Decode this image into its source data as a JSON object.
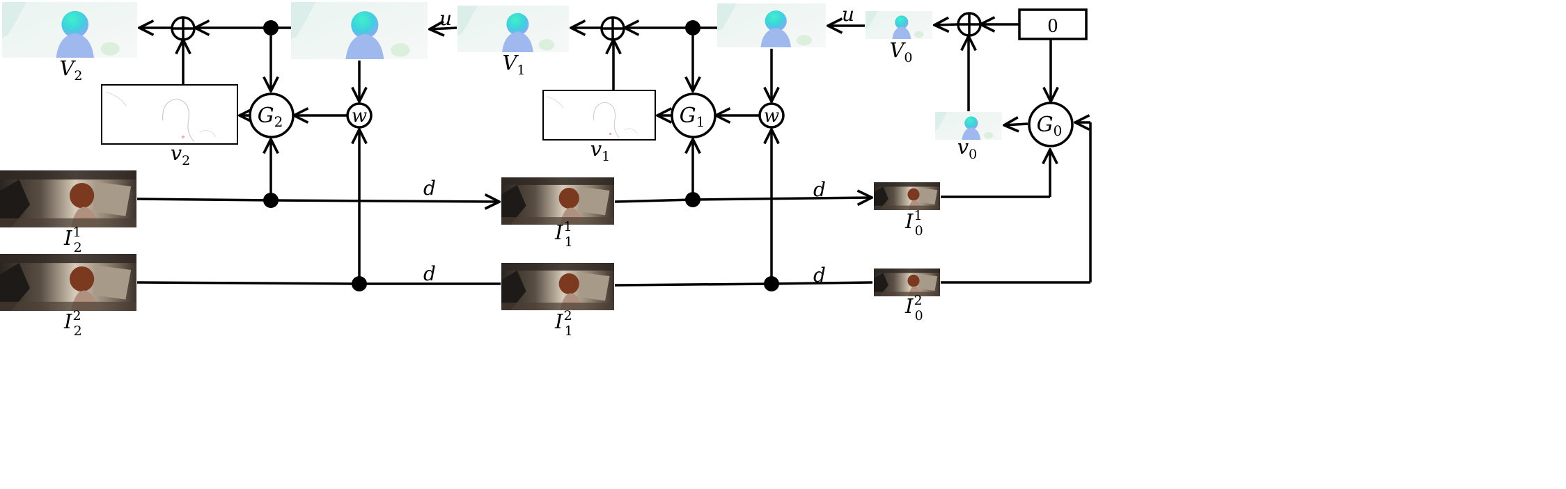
{
  "nodes": {
    "g2": {
      "sym": "G",
      "sub": "2"
    },
    "g1": {
      "sym": "G",
      "sub": "1"
    },
    "g0": {
      "sym": "G",
      "sub": "0"
    },
    "w": "w",
    "zero": "0"
  },
  "labels": {
    "V2": {
      "sym": "V",
      "sub": "2"
    },
    "V1": {
      "sym": "V",
      "sub": "1"
    },
    "V0": {
      "sym": "V",
      "sub": "0"
    },
    "v2": {
      "sym": "v",
      "sub": "2"
    },
    "v1": {
      "sym": "v",
      "sub": "1"
    },
    "v0": {
      "sym": "v",
      "sub": "0"
    },
    "I21": {
      "sym": "I",
      "sup": "1",
      "sub": "2"
    },
    "I22": {
      "sym": "I",
      "sup": "2",
      "sub": "2"
    },
    "I11": {
      "sym": "I",
      "sup": "1",
      "sub": "1"
    },
    "I12": {
      "sym": "I",
      "sup": "2",
      "sub": "1"
    },
    "I01": {
      "sym": "I",
      "sup": "1",
      "sub": "0"
    },
    "I02": {
      "sym": "I",
      "sup": "2",
      "sub": "0"
    }
  },
  "edge_labels": {
    "upsample": "u",
    "downsample": "d"
  },
  "colors": {
    "line": "#000000",
    "flow": "#5fe3c4",
    "flow_bg": "#eef6f3",
    "frame_dark": "#3a2e26",
    "frame_light": "#cbbfae",
    "hair": "#b5562e"
  }
}
